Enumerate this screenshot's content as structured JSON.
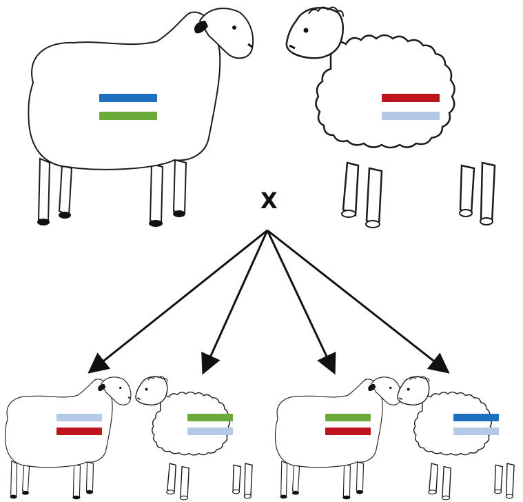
{
  "cross": {
    "symbol": "X"
  },
  "colors": {
    "blue": "#1f6fbf",
    "green": "#6aaa3a",
    "red": "#c0141c",
    "light_blue": "#b4c9e6",
    "outline": "#1a1a1a",
    "arrow": "#111111"
  },
  "parents": [
    {
      "id": "parent-left",
      "kind": "smooth",
      "bars": [
        "blue",
        "green"
      ]
    },
    {
      "id": "parent-right",
      "kind": "curly",
      "bars": [
        "red",
        "light_blue"
      ]
    }
  ],
  "offspring": [
    {
      "id": "offspring-1",
      "kind": "smooth",
      "bars": [
        "light_blue",
        "red"
      ]
    },
    {
      "id": "offspring-2",
      "kind": "curly",
      "bars": [
        "green",
        "light_blue"
      ]
    },
    {
      "id": "offspring-3",
      "kind": "smooth",
      "bars": [
        "green",
        "red"
      ]
    },
    {
      "id": "offspring-4",
      "kind": "curly",
      "bars": [
        "blue",
        "light_blue"
      ]
    }
  ]
}
